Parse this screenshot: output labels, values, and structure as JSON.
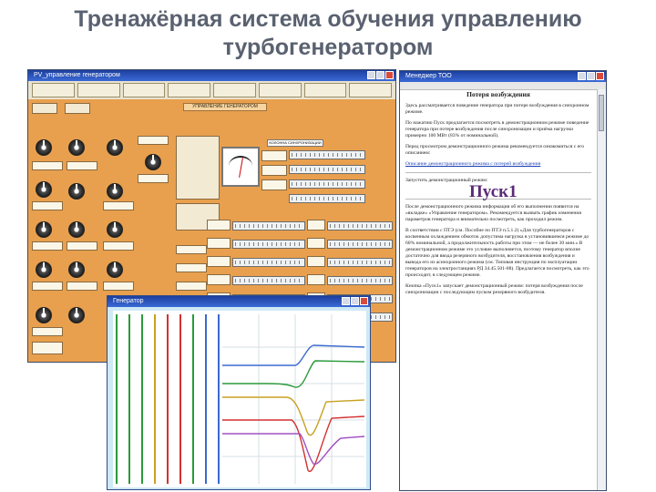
{
  "slide": {
    "title_line1": "Тренажёрная система обучения управлению",
    "title_line2": "турбогенератором"
  },
  "trainer_window": {
    "title": "PV_управление генератором",
    "panel_header": "УПРАВЛЕНИЕ ГЕНЕРАТОРОМ",
    "sync_column_label": "КОЛОННА СИНХРОНИЗАЦИИ"
  },
  "generator_window": {
    "title": "Генератор"
  },
  "tutorial_window": {
    "title": "Менеджер ТОО",
    "section_title": "Потеря возбуждения",
    "para1": "Здесь рассматривается поведение генератора при потере возбуждения в синхронном режиме.",
    "para2": "По нажатию Пуск предлагается посмотреть в демонстрационном режиме поведение генератора при потере возбуждения после синхронизации и приёма нагрузки примерно 100 МВт (83% от номинальной).",
    "para3": "Перед просмотром демонстрационного режима рекомендуется ознакомиться с его описанием:",
    "link1": "Описание демонстрационного режима с потерей возбуждения",
    "launch_label": "Запустить демонстрационный режим:",
    "launch_button": "Пуск1",
    "para4": "После демонстрационного режима информация об его выполнении появится на «вкладке» «Управление генератором». Рекомендуется вызвать график изменения параметров генератора и внимательно посмотреть, как проходил режим.",
    "para5": "В соответствии с ПТЭ (см. Пособие по ПТЭ п.5.1.2) «Для турбогенераторов с косвенным охлаждением обмоток допустима нагрузка в установившемся режиме до 60% номинальной, а продолжительность работы при этом — не более 30 мин.» В демонстрационном режиме это условие выполняется, поэтому генератор вполне достаточно для ввода резервного возбудителя, восстановления возбуждения и вывода его из асинхронного режима (см. Типовая инструкция по эксплуатации генераторов на электростанциях РД 34.45.501-88). Предлагается посмотреть, как это происходит, в следующем режиме.",
    "para6": "Кнопка «Пуск1» запускает демонстрационный режим: потеря возбуждения после синхронизации с последующим пуском резервного возбудителя."
  }
}
